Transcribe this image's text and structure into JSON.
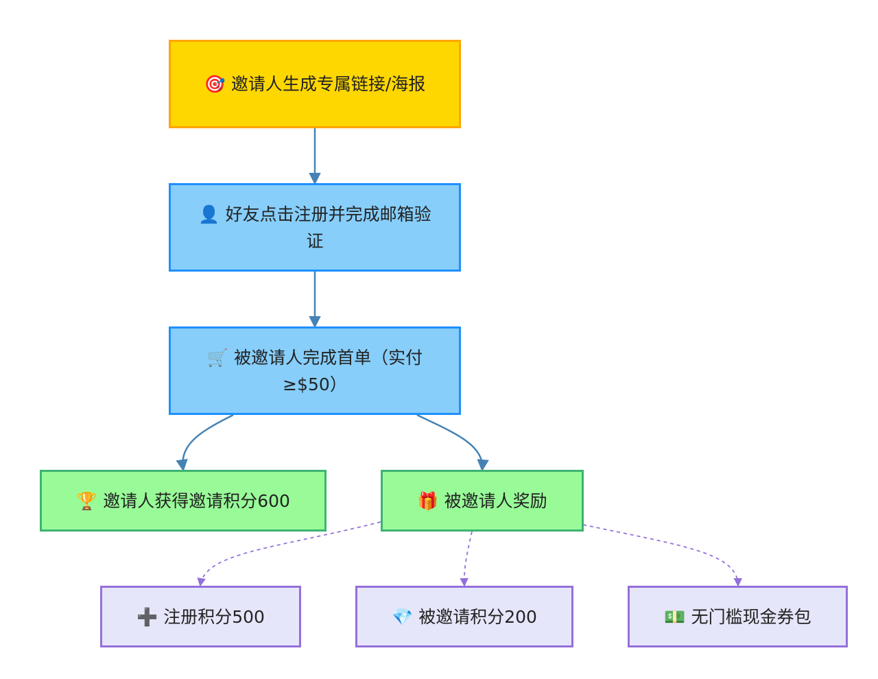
{
  "diagram": {
    "nodes": {
      "start": {
        "icon": "🎯",
        "label": "邀请人生成专属链接/海报"
      },
      "register": {
        "icon": "👤",
        "label": "好友点击注册并完成邮箱验证"
      },
      "first_order": {
        "icon": "🛒",
        "label": "被邀请人完成首单（实付≥$50）"
      },
      "inviter_reward": {
        "icon": "🏆",
        "label": "邀请人获得邀请积分600"
      },
      "invitee_reward": {
        "icon": "🎁",
        "label": "被邀请人奖励"
      },
      "reg_points": {
        "icon": "➕",
        "label": "注册积分500"
      },
      "invited_points": {
        "icon": "💎",
        "label": "被邀请积分200"
      },
      "coupon_pack": {
        "icon": "💵",
        "label": "无门槛现金券包"
      }
    },
    "colors": {
      "gold_fill": "#FFD700",
      "gold_border": "#FFA500",
      "blue_fill": "#87CEFA",
      "blue_border": "#1E90FF",
      "green_fill": "#98FB98",
      "green_border": "#3CB371",
      "lavender_fill": "#E6E6FA",
      "lavender_border": "#9370DB",
      "solid_edge": "#4682B4",
      "dashed_edge": "#9370DB"
    }
  }
}
